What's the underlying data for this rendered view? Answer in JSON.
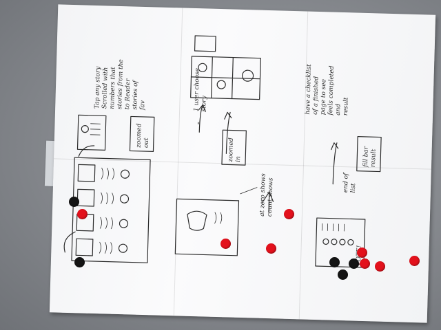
{
  "scene": {
    "colors": {
      "wall": "#85888d",
      "paper": "#f7f8f9",
      "red_dot": "#e3111c",
      "black_dot": "#141414",
      "ink": "#2b2b2b"
    },
    "dot_counts": {
      "red": 8,
      "black": 5
    }
  },
  "notes": {
    "top_left": "Tap any story\nScrolled with\nnumbers that\nstories from the\nto Reader\nstories of\nfav",
    "storyboard_a": "zoomed\nout",
    "storyboard_b": "zoomed\nin",
    "storyboard_c": "fill bar\nresult",
    "map_note": "1 user choose\nstory",
    "end_note": "end of\nlist",
    "checklist": "have a checklist\nof a finished\npage to see\nfeels completed\nand\nresult",
    "vote_label": "VOTE!",
    "arrow_note": "at zero shows\ncount shows"
  }
}
